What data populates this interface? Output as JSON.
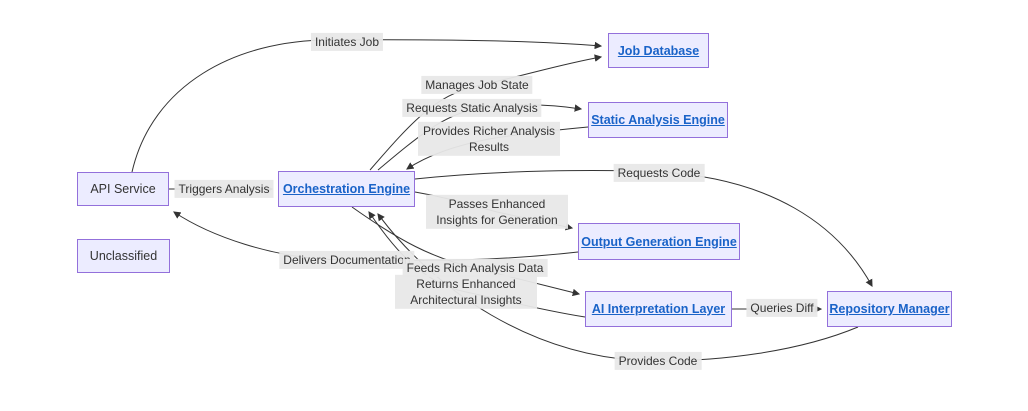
{
  "diagram": {
    "type": "flowchart",
    "nodes": [
      {
        "id": "api-service",
        "label": "API Service",
        "is_link": false
      },
      {
        "id": "unclassified",
        "label": "Unclassified",
        "is_link": false
      },
      {
        "id": "orchestration-engine",
        "label": "Orchestration Engine",
        "is_link": true
      },
      {
        "id": "job-database",
        "label": "Job Database",
        "is_link": true
      },
      {
        "id": "static-analysis-engine",
        "label": "Static Analysis Engine",
        "is_link": true
      },
      {
        "id": "output-generation-engine",
        "label": "Output Generation Engine",
        "is_link": true
      },
      {
        "id": "ai-interpretation-layer",
        "label": "AI Interpretation Layer",
        "is_link": true
      },
      {
        "id": "repository-manager",
        "label": "Repository Manager",
        "is_link": true
      }
    ],
    "edges": [
      {
        "from": "API Service",
        "to": "Orchestration Engine",
        "label": "Triggers Analysis"
      },
      {
        "from": "API Service",
        "to": "Job Database",
        "label": "Initiates Job"
      },
      {
        "from": "Orchestration Engine",
        "to": "Job Database",
        "label": "Manages Job State"
      },
      {
        "from": "Orchestration Engine",
        "to": "Static Analysis Engine",
        "label": "Requests Static Analysis"
      },
      {
        "from": "Static Analysis Engine",
        "to": "Orchestration Engine",
        "label": "Provides Richer Analysis Results"
      },
      {
        "from": "Orchestration Engine",
        "to": "Repository Manager",
        "label": "Requests Code"
      },
      {
        "from": "Orchestration Engine",
        "to": "Output Generation Engine",
        "label": "Passes Enhanced Insights for Generation"
      },
      {
        "from": "Output Generation Engine",
        "to": "API Service",
        "label": "Delivers Documentation"
      },
      {
        "from": "Orchestration Engine",
        "to": "AI Interpretation Layer",
        "label": "Feeds Rich Analysis Data"
      },
      {
        "from": "AI Interpretation Layer",
        "to": "Orchestration Engine",
        "label": "Returns Enhanced Architectural Insights"
      },
      {
        "from": "AI Interpretation Layer",
        "to": "Repository Manager",
        "label": "Queries Diff"
      },
      {
        "from": "Repository Manager",
        "to": "Orchestration Engine",
        "label": "Provides Code"
      }
    ],
    "colors": {
      "node_fill": "#ECECFF",
      "node_border": "#9370DB",
      "link_text": "#1a63c8",
      "plain_text": "#333333",
      "edge_line": "#333333",
      "edge_label_bg": "#e8e8e8"
    }
  }
}
